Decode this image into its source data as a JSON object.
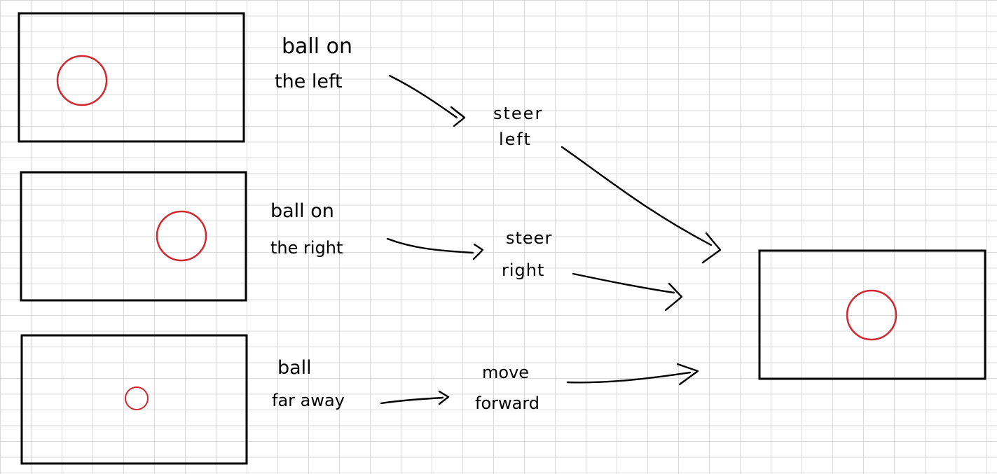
{
  "colors": {
    "ball": "#d0282e",
    "ink": "#000000",
    "grid": "#d9d9d9"
  },
  "states": [
    {
      "line1": "ball on",
      "line2": "the left"
    },
    {
      "line1": "ball on",
      "line2": "the right"
    },
    {
      "line1": "ball",
      "line2": "far away"
    }
  ],
  "actions": [
    {
      "line1": "steer",
      "line2": "left"
    },
    {
      "line1": "steer",
      "line2": "right"
    },
    {
      "line1": "move",
      "line2": "forward"
    }
  ]
}
